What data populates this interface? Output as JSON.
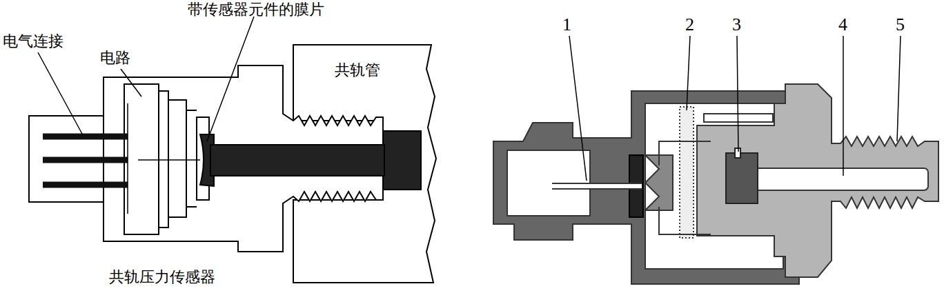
{
  "diagram": {
    "labels": [
      "带传感器元件的膜片",
      "电气连接",
      "电路",
      "共轨管",
      "共轨压力传感器",
      "1",
      "2",
      "3",
      "4",
      "5"
    ]
  }
}
